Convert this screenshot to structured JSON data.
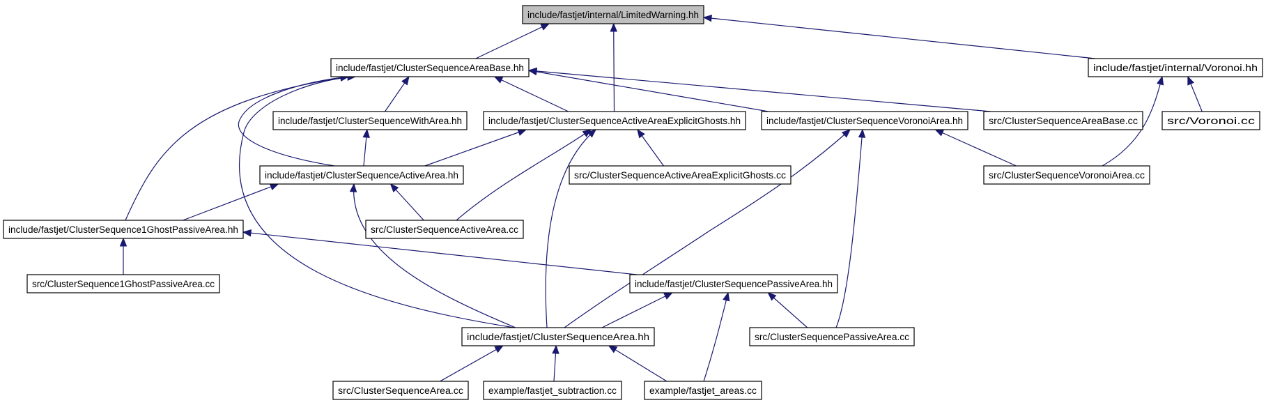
{
  "graph": {
    "nodes": [
      {
        "id": "limited_warning",
        "label": "include/fastjet/internal/LimitedWarning.hh",
        "highlight": true
      },
      {
        "id": "cs_area_base",
        "label": "include/fastjet/ClusterSequenceAreaBase.hh"
      },
      {
        "id": "voronoi_hh",
        "label": "include/fastjet/internal/Voronoi.hh"
      },
      {
        "id": "cs_with_area",
        "label": "include/fastjet/ClusterSequenceWithArea.hh"
      },
      {
        "id": "cs_active_area_explicit_ghosts",
        "label": "include/fastjet/ClusterSequenceActiveAreaExplicitGhosts.hh"
      },
      {
        "id": "cs_voronoi_area",
        "label": "include/fastjet/ClusterSequenceVoronoiArea.hh"
      },
      {
        "id": "src_cs_area_base",
        "label": "src/ClusterSequenceAreaBase.cc"
      },
      {
        "id": "src_voronoi",
        "label": "src/Voronoi.cc"
      },
      {
        "id": "cs_active_area",
        "label": "include/fastjet/ClusterSequenceActiveArea.hh"
      },
      {
        "id": "src_cs_active_area_explicit_ghosts",
        "label": "src/ClusterSequenceActiveAreaExplicitGhosts.cc"
      },
      {
        "id": "src_cs_voronoi_area",
        "label": "src/ClusterSequenceVoronoiArea.cc"
      },
      {
        "id": "cs_1ghost_passive_area",
        "label": "include/fastjet/ClusterSequence1GhostPassiveArea.hh"
      },
      {
        "id": "src_cs_active_area",
        "label": "src/ClusterSequenceActiveArea.cc"
      },
      {
        "id": "src_cs_1ghost_passive_area",
        "label": "src/ClusterSequence1GhostPassiveArea.cc"
      },
      {
        "id": "cs_passive_area",
        "label": "include/fastjet/ClusterSequencePassiveArea.hh"
      },
      {
        "id": "cs_area",
        "label": "include/fastjet/ClusterSequenceArea.hh"
      },
      {
        "id": "src_cs_passive_area",
        "label": "src/ClusterSequencePassiveArea.cc"
      },
      {
        "id": "src_cs_area",
        "label": "src/ClusterSequenceArea.cc"
      },
      {
        "id": "ex_fastjet_subtraction",
        "label": "example/fastjet_subtraction.cc"
      },
      {
        "id": "ex_fastjet_areas",
        "label": "example/fastjet_areas.cc"
      }
    ],
    "edges": [
      {
        "from": "cs_area_base",
        "to": "limited_warning"
      },
      {
        "from": "cs_active_area_explicit_ghosts",
        "to": "limited_warning"
      },
      {
        "from": "voronoi_hh",
        "to": "limited_warning"
      },
      {
        "from": "cs_with_area",
        "to": "cs_area_base"
      },
      {
        "from": "cs_active_area_explicit_ghosts",
        "to": "cs_area_base"
      },
      {
        "from": "cs_voronoi_area",
        "to": "cs_area_base"
      },
      {
        "from": "src_cs_area_base",
        "to": "cs_area_base"
      },
      {
        "from": "cs_active_area",
        "to": "cs_area_base"
      },
      {
        "from": "cs_1ghost_passive_area",
        "to": "cs_area_base"
      },
      {
        "from": "cs_area",
        "to": "cs_area_base"
      },
      {
        "from": "src_voronoi",
        "to": "voronoi_hh"
      },
      {
        "from": "src_cs_voronoi_area",
        "to": "voronoi_hh"
      },
      {
        "from": "cs_active_area",
        "to": "cs_with_area"
      },
      {
        "from": "cs_active_area",
        "to": "cs_active_area_explicit_ghosts"
      },
      {
        "from": "src_cs_active_area_explicit_ghosts",
        "to": "cs_active_area_explicit_ghosts"
      },
      {
        "from": "src_cs_active_area",
        "to": "cs_active_area_explicit_ghosts"
      },
      {
        "from": "cs_area",
        "to": "cs_active_area_explicit_ghosts"
      },
      {
        "from": "src_cs_voronoi_area",
        "to": "cs_voronoi_area"
      },
      {
        "from": "cs_area",
        "to": "cs_voronoi_area"
      },
      {
        "from": "src_cs_passive_area",
        "to": "cs_voronoi_area"
      },
      {
        "from": "cs_1ghost_passive_area",
        "to": "cs_active_area"
      },
      {
        "from": "src_cs_active_area",
        "to": "cs_active_area"
      },
      {
        "from": "cs_area",
        "to": "cs_active_area"
      },
      {
        "from": "src_cs_1ghost_passive_area",
        "to": "cs_1ghost_passive_area"
      },
      {
        "from": "cs_passive_area",
        "to": "cs_1ghost_passive_area"
      },
      {
        "from": "cs_area",
        "to": "cs_passive_area"
      },
      {
        "from": "src_cs_passive_area",
        "to": "cs_passive_area"
      },
      {
        "from": "ex_fastjet_areas",
        "to": "cs_passive_area"
      },
      {
        "from": "src_cs_area",
        "to": "cs_area"
      },
      {
        "from": "ex_fastjet_subtraction",
        "to": "cs_area"
      },
      {
        "from": "ex_fastjet_areas",
        "to": "cs_area"
      }
    ]
  }
}
